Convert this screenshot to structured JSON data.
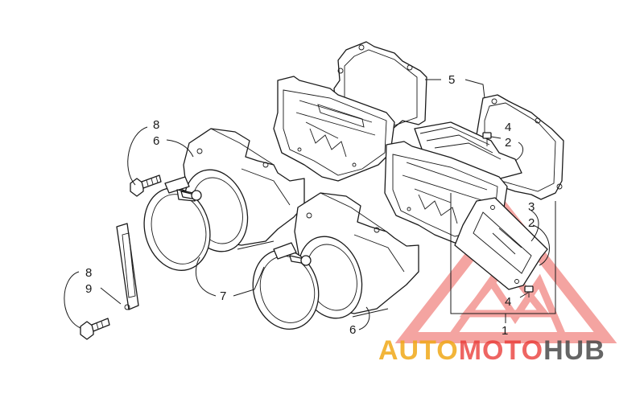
{
  "callouts": {
    "c8a": "8",
    "c6a": "6",
    "c5": "5",
    "c4a": "4",
    "c2a": "2",
    "c3": "3",
    "c2b": "2",
    "c8b": "8",
    "c9": "9",
    "c7": "7",
    "c4b": "4",
    "c6b": "6",
    "c1": "1"
  },
  "watermark": {
    "part1": "AUTO",
    "part2": "MOTO",
    "part3": "HUB"
  },
  "colors": {
    "line": "#1a1a1a",
    "wm_red": "#e8322e",
    "wm_orange": "#f0a818",
    "wm_gray": "#4a4a4a"
  }
}
